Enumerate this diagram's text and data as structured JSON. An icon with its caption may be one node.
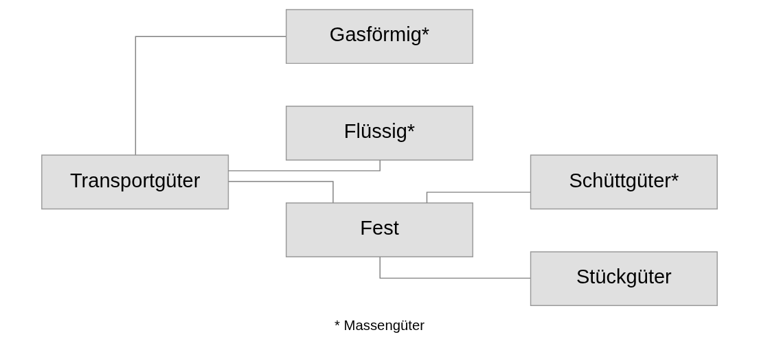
{
  "diagram": {
    "nodes": [
      {
        "text": [
          "Transportgüter"
        ]
      },
      {
        "text": [
          "Gasförmig*"
        ]
      },
      {
        "text": [
          "Flüssig*"
        ]
      },
      {
        "text": [
          "Fest"
        ]
      },
      {
        "text": [
          "Schüttgüter*"
        ]
      },
      {
        "text": [
          "Stückgüter"
        ]
      }
    ],
    "edges": [
      {
        "from": 0,
        "to": 1,
        "arrow": "none"
      },
      {
        "from": 0,
        "to": 2,
        "arrow": "none"
      },
      {
        "from": 0,
        "to": 3,
        "arrow": "none"
      },
      {
        "from": 3,
        "to": 4,
        "arrow": "none"
      },
      {
        "from": 3,
        "to": 5,
        "arrow": "none"
      }
    ],
    "labels": [
      "* Massengüter"
    ]
  }
}
